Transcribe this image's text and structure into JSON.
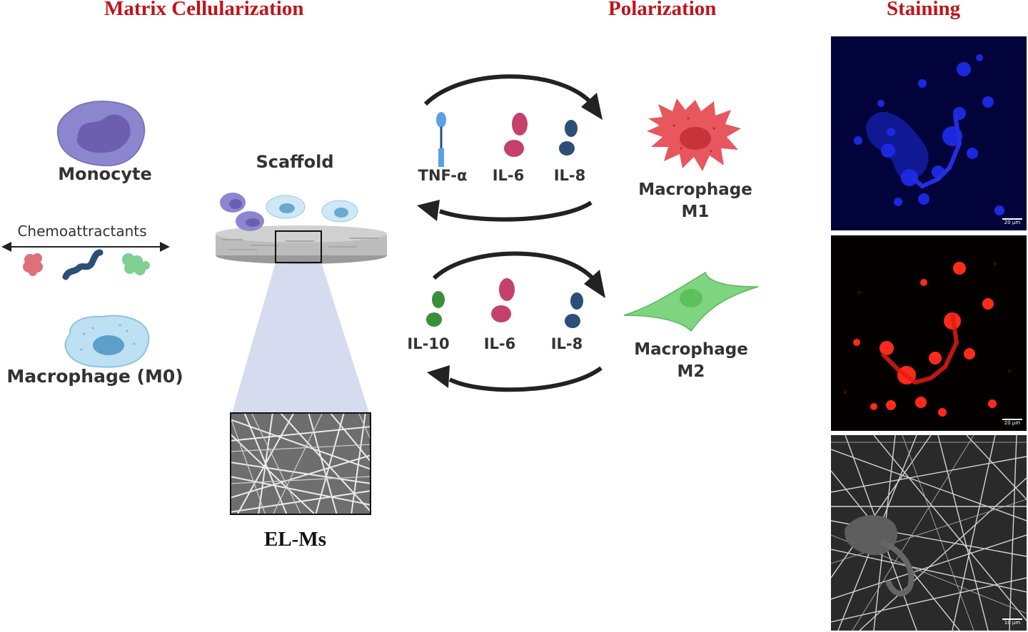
{
  "titles": {
    "matrix": "Matrix Cellularization",
    "polarization": "Polarization",
    "staining": "Staining"
  },
  "left": {
    "monocyte": "Monocyte",
    "chemoattractants": "Chemoattractants",
    "macrophage_m0": "Macrophage (M0)"
  },
  "scaffold": {
    "label": "Scaffold",
    "fiber_label": "EL-Ms"
  },
  "m1": {
    "cytokines": [
      "TNF-α",
      "IL-6",
      "IL-8"
    ],
    "label_line1": "Macrophage",
    "label_line2": "M1"
  },
  "m2": {
    "cytokines": [
      "IL-10",
      "IL-6",
      "IL-8"
    ],
    "label_line1": "Macrophage",
    "label_line2": "M2"
  },
  "staining": {
    "scalebars": [
      "20 µm",
      "20 µm",
      "10 µm"
    ]
  },
  "colors": {
    "title_red": "#c0141a",
    "monocyte": "#8c86cf",
    "m0": "#bde0f2",
    "m1": "#e8575d",
    "m2": "#7fd47f",
    "il6": "#c4416a",
    "il8": "#2c4f78",
    "il10": "#3b8f3b",
    "tnf": "#5aa0e6"
  }
}
